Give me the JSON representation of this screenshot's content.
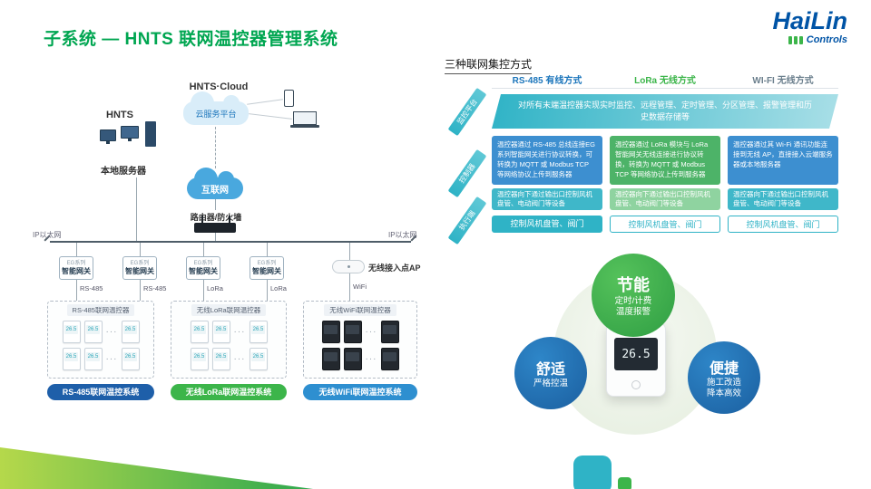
{
  "slide": {
    "title": "子系统 — HNTS 联网温控器管理系统"
  },
  "logo": {
    "brand": "HaiLin",
    "sub": "Controls"
  },
  "colors": {
    "accent_green": "#00a651",
    "brand_blue": "#0054a6",
    "teal": "#2fb3c6",
    "blue": "#1b75bb",
    "green": "#3cb54a"
  },
  "diagram": {
    "hnts_cloud": "HNTS·Cloud",
    "cloud_platform": "云服务平台",
    "hnts": "HNTS",
    "local_server": "本地服务器",
    "internet": "互联网",
    "router": "路由器/防火墙",
    "ethernet": "IP以太网",
    "eg_series": "EG系列",
    "smart_gateway": "智能网关",
    "rs485": "RS-485",
    "lora": "LoRa",
    "wifi": "WiFi",
    "wireless_ap": "无线接入点AP",
    "thermo_display": "26.5",
    "ellipsis": "···",
    "groups": [
      {
        "label": "RS-485联网温控器",
        "pill": "RS-485联网温控系统"
      },
      {
        "label": "无线LoRa联网温控器",
        "pill": "无线LoRa联网温控系统"
      },
      {
        "label": "无线WiFi联网温控器",
        "pill": "无线WiFi联网温控系统"
      }
    ]
  },
  "table": {
    "title": "三种联网集控方式",
    "columns": [
      "RS-485 有线方式",
      "LoRa 无线方式",
      "WI-FI 无线方式"
    ],
    "row_labels": [
      "监控平台",
      "控制器",
      "执行端"
    ],
    "platform_text": "对所有末端温控器实现实时监控、远程管理、定时管理、分区管理、报警管理和历史数据存储等",
    "cells": [
      {
        "main": "温控器通过 RS-485 总线连接EG系列智能网关进行协议转换，可转换为 MQTT 或 Modbus TCP 等网络协议上传到服务器",
        "sub": "温控器向下通过输出口控制风机盘管、电动阀门等设备"
      },
      {
        "main": "温控器通过 LoRa 模块与 LoRa 智能网关无线连接进行协议转换，转换为 MQTT 或 Modbus TCP 等网络协议上传到服务器",
        "sub": "温控器向下通过输出口控制风机盘管、电动阀门等设备"
      },
      {
        "main": "温控器通过其 Wi-Fi 通讯功能连接到无线 AP，直接接入云端服务器或本地服务器",
        "sub": "温控器向下通过输出口控制风机盘管、电动阀门等设备"
      }
    ],
    "exec_row": [
      "控制风机盘管、阀门",
      "控制风机盘管、阀门",
      "控制风机盘管、阀门"
    ]
  },
  "features": {
    "energy": {
      "title": "节能",
      "line1": "定时/计费",
      "line2": "温度报警"
    },
    "comfort": {
      "title": "舒适",
      "line1": "严格控温"
    },
    "convenient": {
      "title": "便捷",
      "line1": "施工改造",
      "line2": "降本高效"
    },
    "thermostat_display": "26.5"
  }
}
